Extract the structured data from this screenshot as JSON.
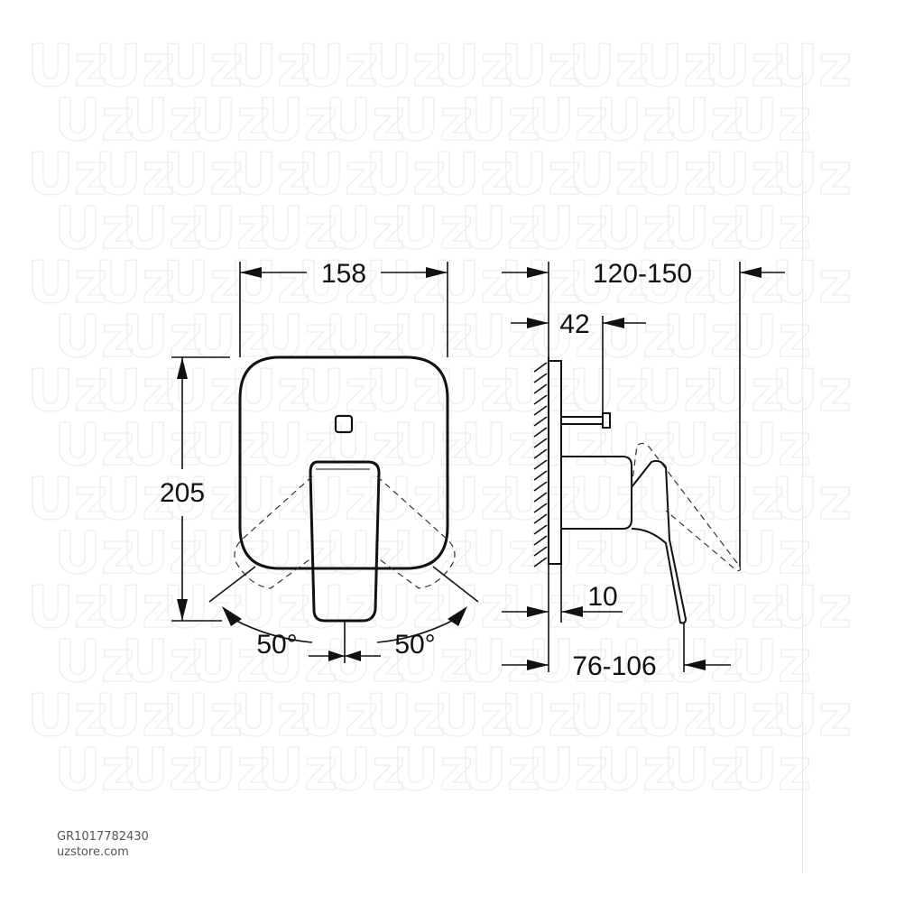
{
  "dimensions": {
    "width": "158",
    "height": "205",
    "depth_range": "120-150",
    "hook": "42",
    "plate": "10",
    "projection": "76-106",
    "angle_left": "50°",
    "angle_right": "50°"
  },
  "footer": {
    "product_code": "GR1017782430",
    "site": "uzstore.com"
  },
  "watermark": {
    "text": "Uz"
  }
}
